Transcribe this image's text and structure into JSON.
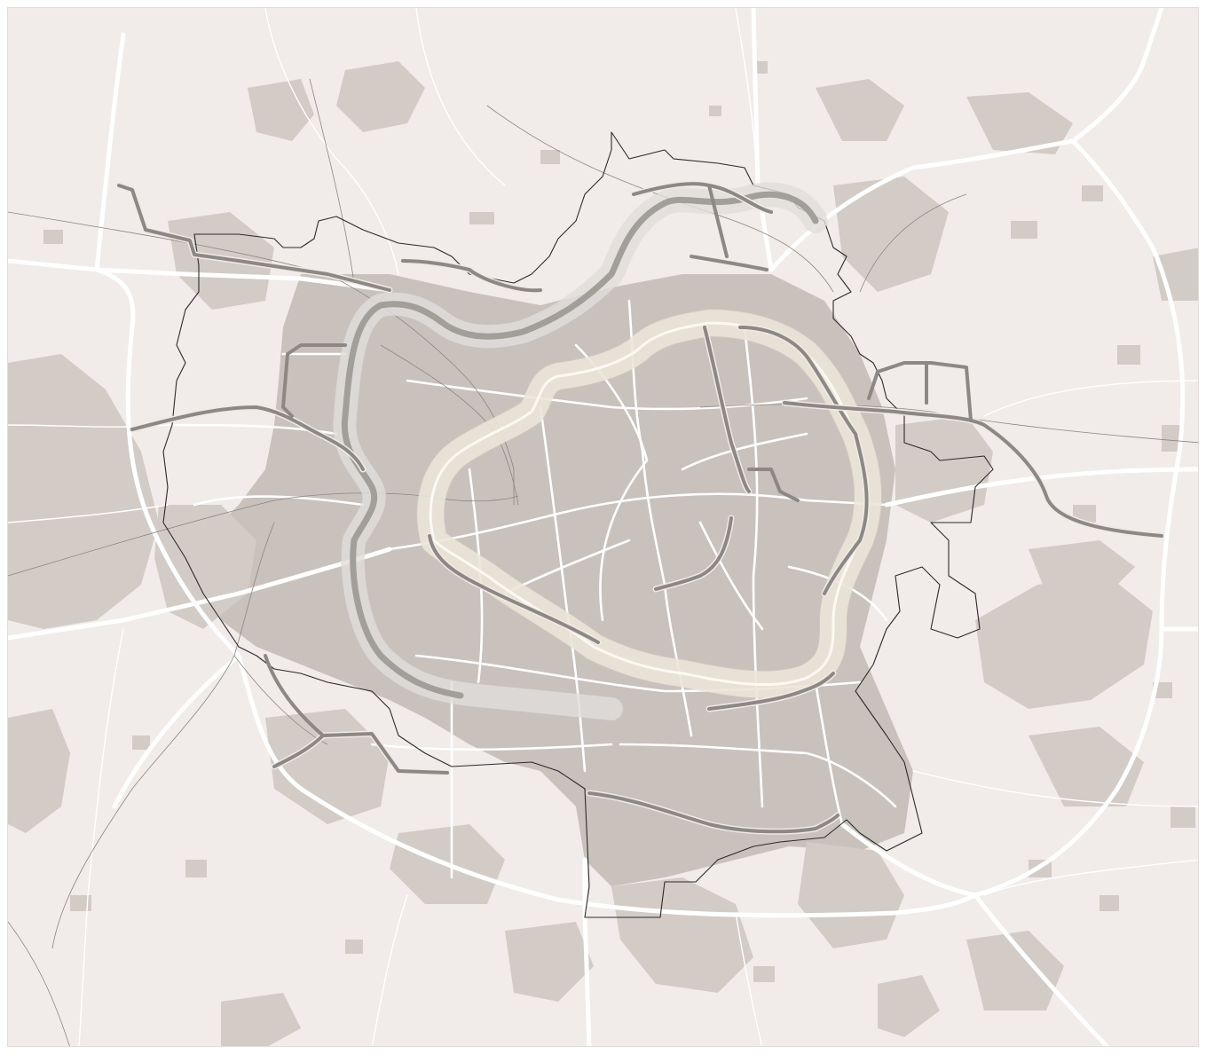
{
  "map": {
    "colors": {
      "land": "#f1ebea",
      "built_up": "#d3cbc6",
      "built_up_dense": "#c9c1bc",
      "road": "#ffffff",
      "boundary": "#2b2b2b",
      "rail": "#8c8682",
      "route": "#8d8884",
      "route_edge": "#eeeae7",
      "corridor_outer_fill": "#e9e7e5",
      "corridor_inner_fill": "#f1ede0",
      "corridor_outer_core": "#a29e9a",
      "corridor_inner_core": "#b1aca4"
    },
    "layers": [
      "built-up-area",
      "road-network",
      "rail-tracks",
      "district-boundary",
      "outer-ring-corridor",
      "inner-ring-corridor",
      "route-lines"
    ]
  }
}
